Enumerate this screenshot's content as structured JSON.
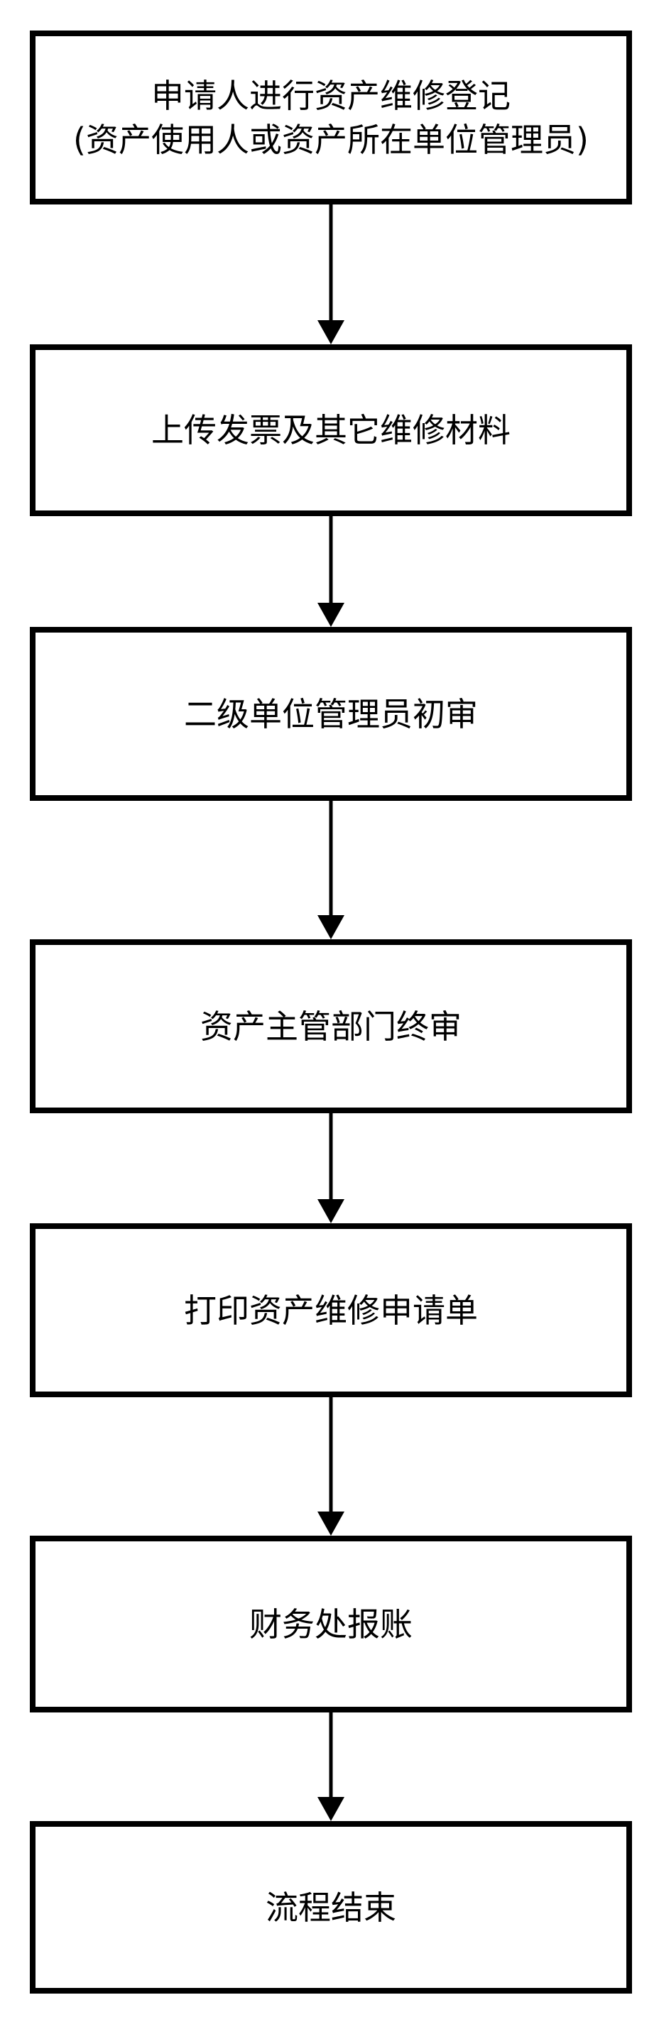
{
  "diagram": {
    "type": "flowchart",
    "orientation": "vertical",
    "background_color": "#ffffff",
    "stroke_color": "#000000",
    "text_color": "#000000",
    "nodes": [
      {
        "id": "register",
        "line1": "申请人进行资产维修登记",
        "line2": "(资产使用人或资产所在单位管理员)"
      },
      {
        "id": "upload",
        "line1": "上传发票及其它维修材料"
      },
      {
        "id": "first-review",
        "line1": "二级单位管理员初审"
      },
      {
        "id": "final-review",
        "line1": "资产主管部门终审"
      },
      {
        "id": "print-form",
        "line1": "打印资产维修申请单"
      },
      {
        "id": "reimbursement",
        "line1": "财务处报账"
      },
      {
        "id": "end",
        "line1": "流程结束"
      }
    ],
    "connectors": [
      {
        "from": "register",
        "to": "upload",
        "direction": "down"
      },
      {
        "from": "upload",
        "to": "first-review",
        "direction": "down"
      },
      {
        "from": "first-review",
        "to": "final-review",
        "direction": "down"
      },
      {
        "from": "final-review",
        "to": "print-form",
        "direction": "down"
      },
      {
        "from": "print-form",
        "to": "reimbursement",
        "direction": "down"
      },
      {
        "from": "reimbursement",
        "to": "end",
        "direction": "down"
      }
    ]
  }
}
